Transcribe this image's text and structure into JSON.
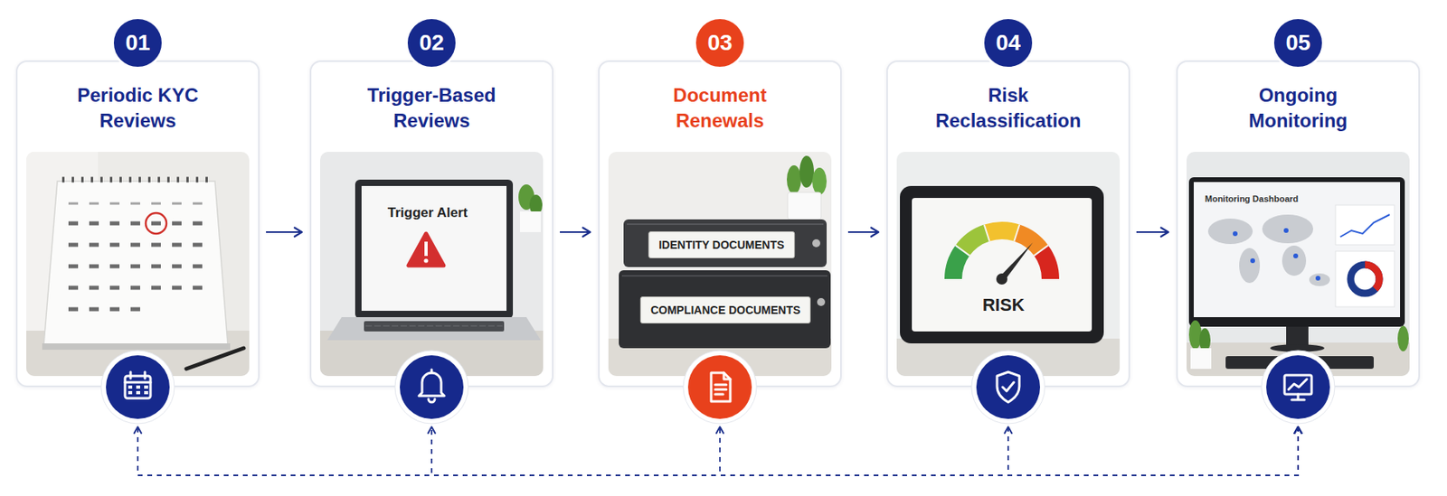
{
  "diagram": {
    "nodes": [
      {
        "text": [
          "01",
          "Periodic KYC Reviews"
        ]
      },
      {
        "text": [
          "02",
          "Trigger-Based Reviews"
        ]
      },
      {
        "text": [
          "03",
          "Document Renewals"
        ]
      },
      {
        "text": [
          "04",
          "Risk Reclassification"
        ]
      },
      {
        "text": [
          "05",
          "Ongoing Monitoring"
        ]
      }
    ],
    "edges": [
      {
        "from": 0,
        "to": 1,
        "arrow": "to"
      },
      {
        "from": 1,
        "to": 2,
        "arrow": "to"
      },
      {
        "from": 2,
        "to": 3,
        "arrow": "to"
      },
      {
        "from": 3,
        "to": 4,
        "arrow": "to"
      },
      {
        "from": 4,
        "to": 0,
        "arrow": "both"
      },
      {
        "from": 4,
        "to": 1,
        "arrow": "both"
      },
      {
        "from": 4,
        "to": 2,
        "arrow": "both"
      },
      {
        "from": 4,
        "to": 3,
        "arrow": "both"
      }
    ],
    "labels": [
      "Trigger Alert",
      "IDENTITY DOCUMENTS",
      "COMPLIANCE DOCUMENTS",
      "RISK",
      "Monitoring Dashboard"
    ]
  }
}
